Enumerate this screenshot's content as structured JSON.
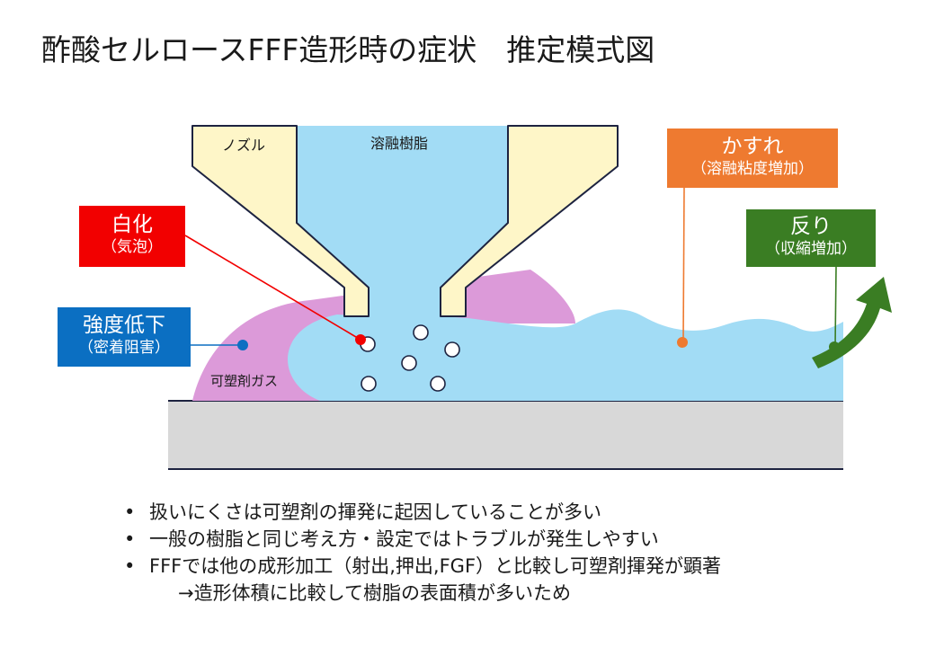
{
  "title": "酢酸セルロースFFF造形時の症状　推定模式図",
  "diagram": {
    "nozzle_label": "ノズル",
    "resin_label": "溶融樹脂",
    "gas_label": "可塑剤ガス",
    "whitening": {
      "main": "白化",
      "sub": "（気泡）",
      "color": "#f20000"
    },
    "strength": {
      "main": "強度低下",
      "sub": "（密着阻害）",
      "color": "#0b6fc2"
    },
    "kasure": {
      "main": "かすれ",
      "sub": "（溶融粘度増加）",
      "color": "#ee7a30"
    },
    "warp": {
      "main": "反り",
      "sub": "（収縮増加）",
      "color": "#3a7d23"
    },
    "colors": {
      "nozzle_fill": "#fef6c8",
      "resin_fill": "#a2dcf5",
      "gas_fill": "#dc9ad9",
      "bed_fill": "#d8d8d8",
      "outline": "#1d2340"
    }
  },
  "bullets": [
    "扱いにくさは可塑剤の揮発に起因していることが多い",
    "一般の樹脂と同じ考え方・設定ではトラブルが発生しやすい",
    "FFFでは他の成形加工（射出,押出,FGF）と比較し可塑剤揮発が顕著"
  ],
  "bullet_dot": "•",
  "bullet_sub": "→造形体積に比較して樹脂の表面積が多いため"
}
